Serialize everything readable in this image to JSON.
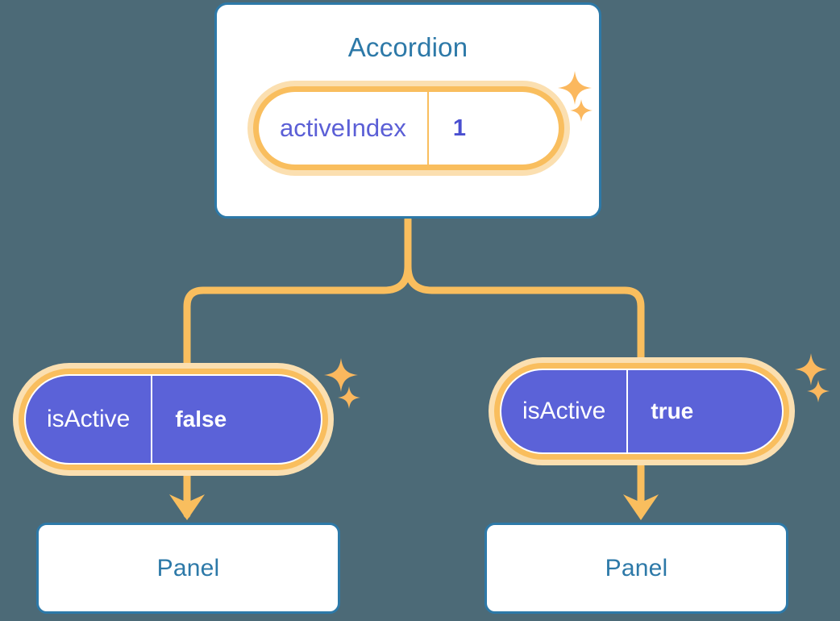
{
  "theme": {
    "background": "#4c6a77",
    "card_border": "#2d79a8",
    "card_title_text": "#2d79a8",
    "pill_ring": "#f9be5e",
    "pill_glow": "#fbdfb0",
    "pill_solid_fill": "#5b62d8",
    "pill_light_key_text": "#5b5fd6",
    "connector": "#f9be5e",
    "sparkle": "#fbb85e"
  },
  "tree": {
    "root": {
      "title": "Accordion",
      "state": {
        "key": "activeIndex",
        "value": "1"
      }
    },
    "children": [
      {
        "id": "left",
        "prop": {
          "key": "isActive",
          "value": "false"
        },
        "component": {
          "title": "Panel"
        }
      },
      {
        "id": "right",
        "prop": {
          "key": "isActive",
          "value": "true"
        },
        "component": {
          "title": "Panel"
        }
      }
    ]
  },
  "icons": {
    "sparkle_large": "sparkle-four-point-icon",
    "sparkle_small": "sparkle-four-point-small-icon",
    "arrow": "arrow-down-icon"
  }
}
